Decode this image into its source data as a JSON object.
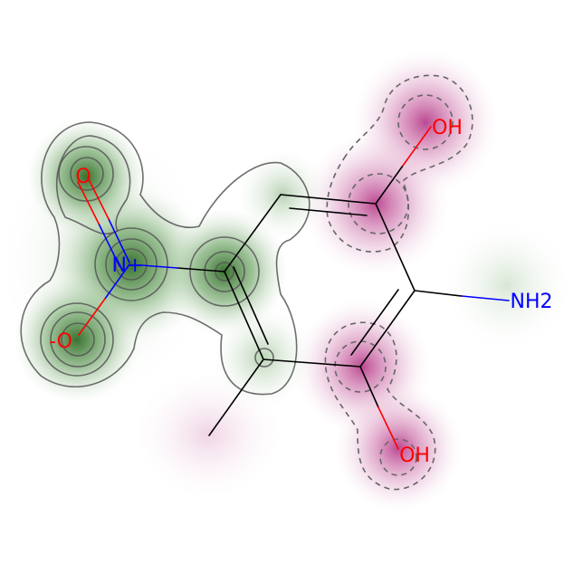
{
  "molecule": {
    "atoms": {
      "o_top": "O",
      "n_nitro": "N+",
      "o_minus": "-O",
      "oh_top": "OH",
      "nh2": "NH2",
      "oh_bottom": "OH"
    },
    "colors": {
      "oxygen": "#ff0000",
      "nitrogen": "#0000ff",
      "bond": "#000000",
      "positive_map": "#3d7a32",
      "negative_map": "#b0287e",
      "contour_line": "#555555"
    }
  }
}
